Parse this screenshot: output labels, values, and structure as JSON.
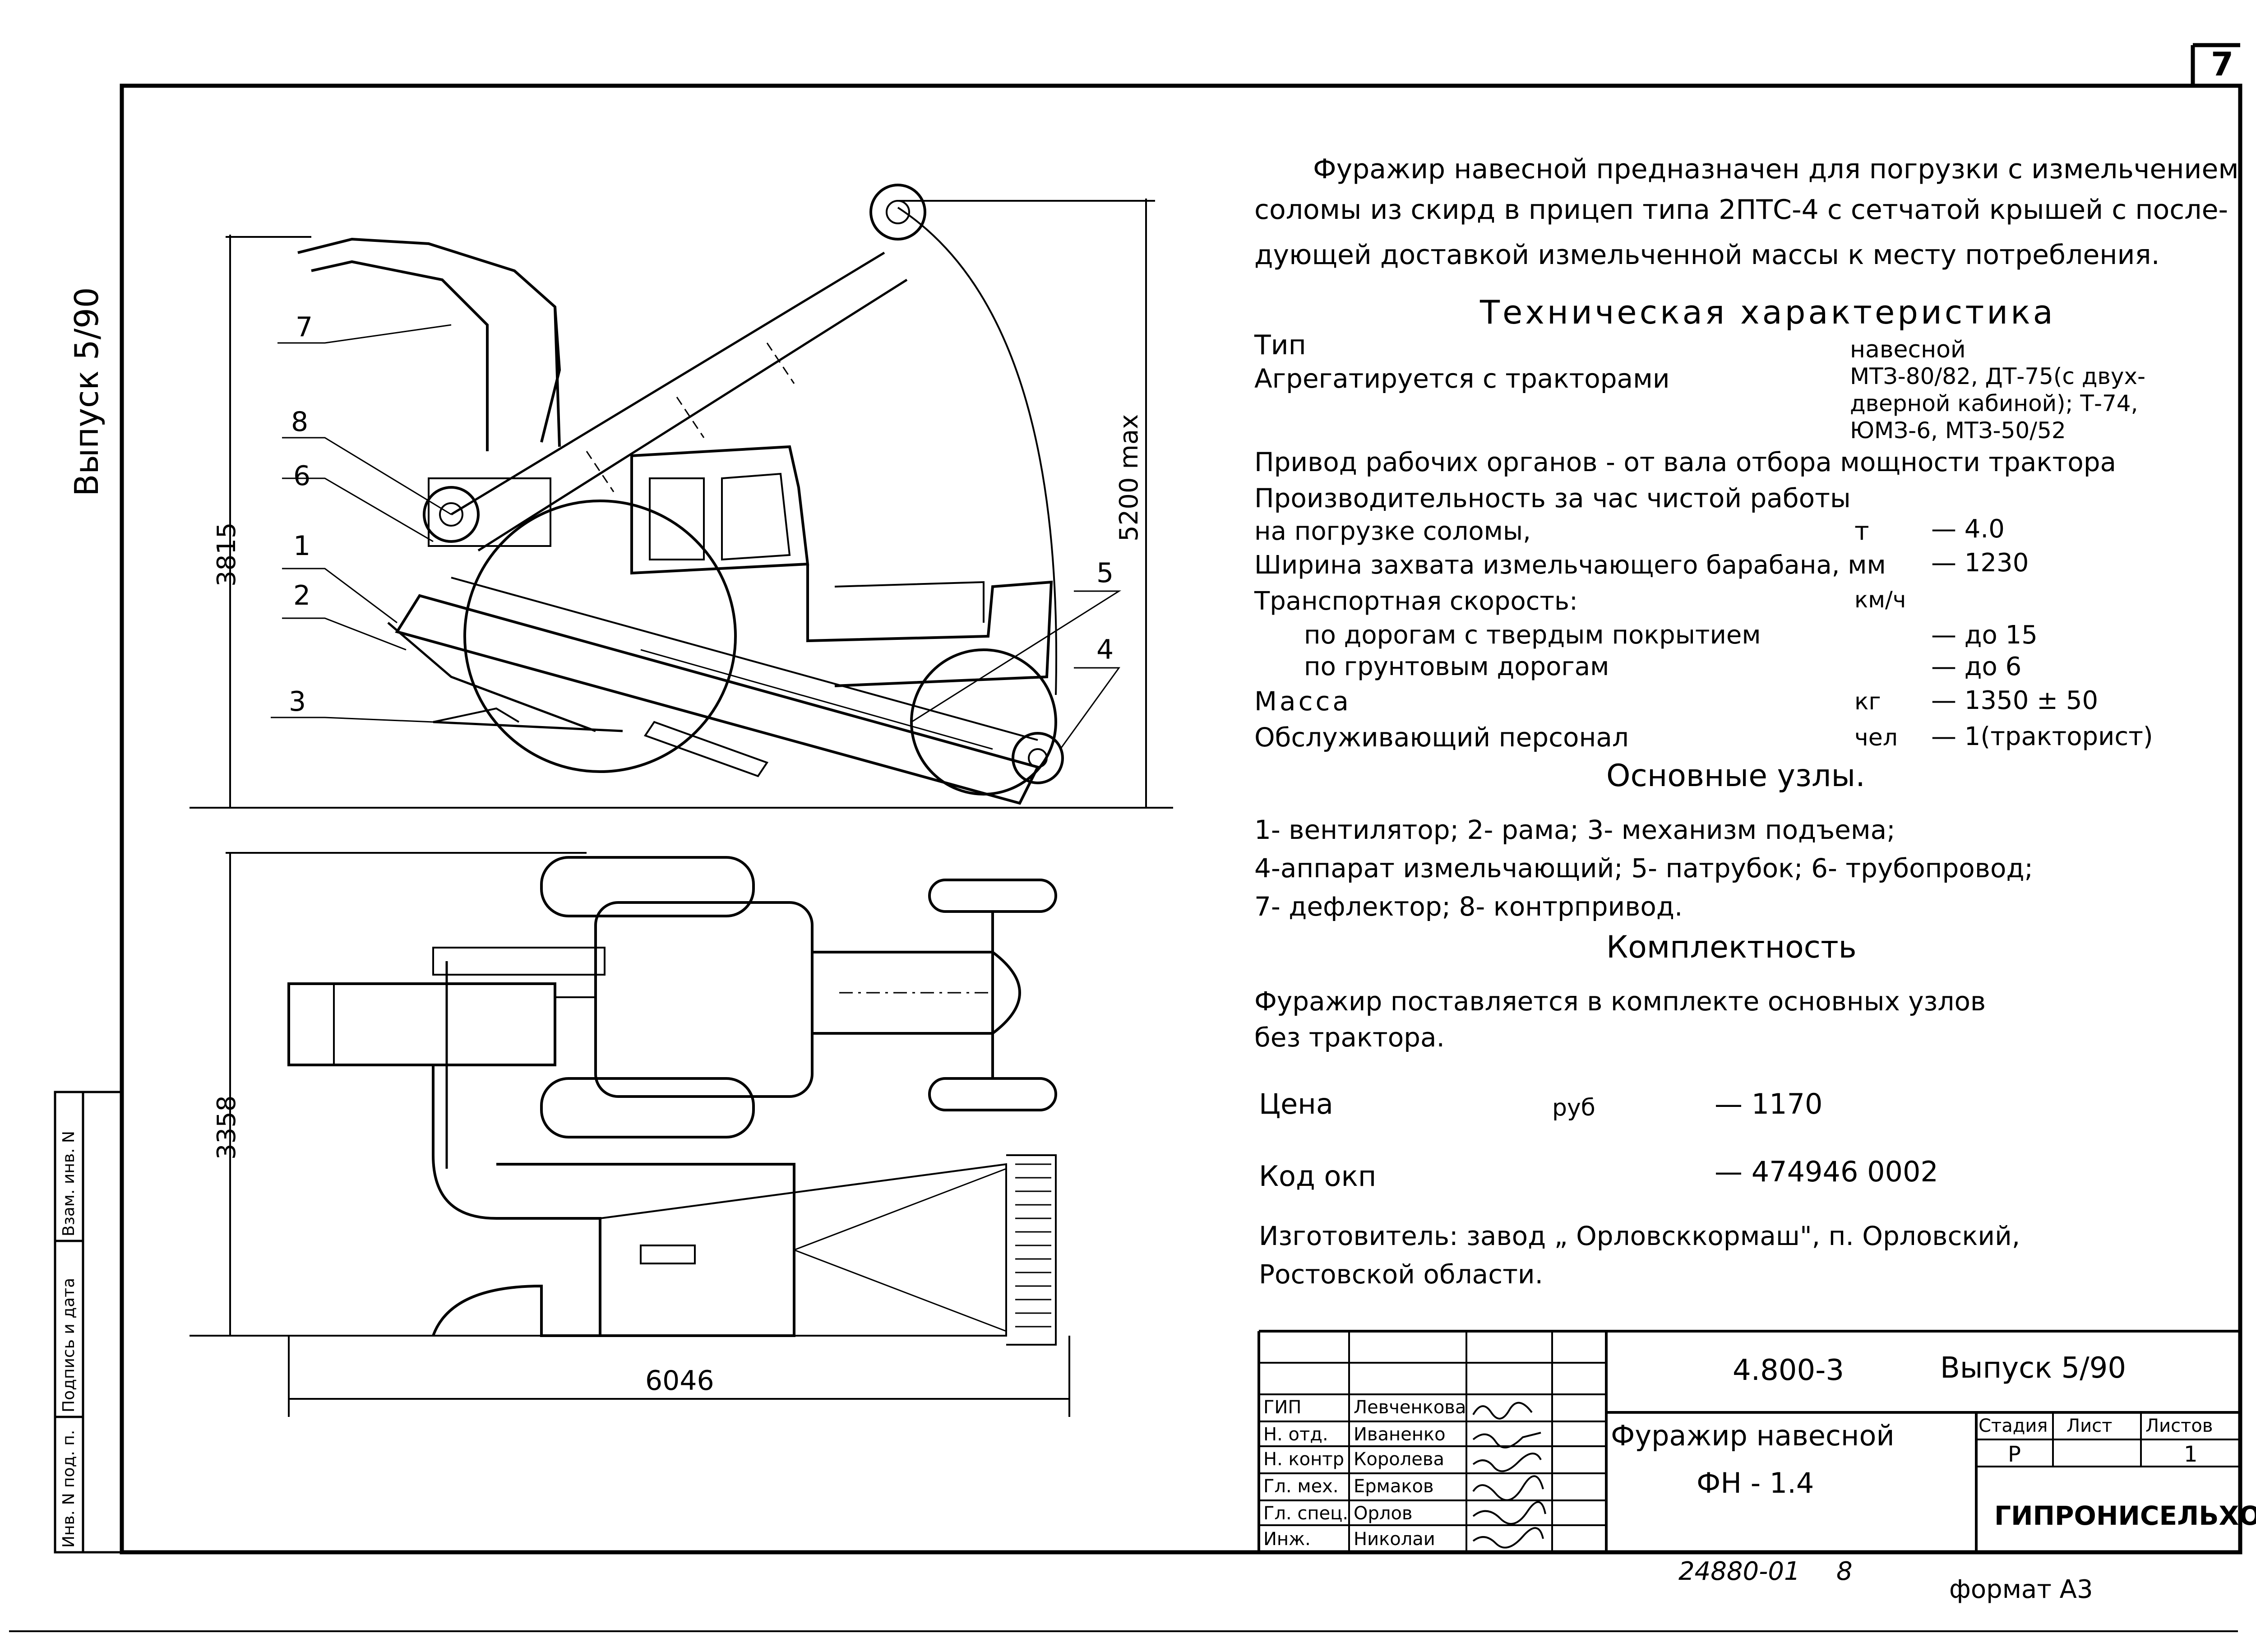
{
  "sheet": {
    "number": "7",
    "edge_label": "Выпуск 5/90",
    "format": "формат А3",
    "archive_number": "24880-01",
    "archive_page": "8"
  },
  "side_stamps": [
    "Инв. N под. п.",
    "Подпись и дата",
    "Взам. инв. N"
  ],
  "drawing": {
    "dim_height_side": "3815",
    "dim_height_max": "5200 max",
    "dim_width_plan": "3358",
    "dim_length_plan": "6046",
    "callouts": [
      "1",
      "2",
      "3",
      "4",
      "5",
      "6",
      "7",
      "8"
    ]
  },
  "description": [
    "Фуражир  навесной  предназначен для погрузки с измельчением",
    "соломы из скирд в прицеп типа 2ПТС-4 с сетчатой крышей с после-",
    "дующей доставкой измельченной массы к месту потребления."
  ],
  "tech": {
    "title": "Техническая характеристика",
    "rows": [
      {
        "label": "Тип",
        "unit": "",
        "value": "навесной"
      },
      {
        "label": "Агрегатируется с тракторами",
        "unit": "",
        "value": "МТЗ-80/82, ДТ-75(с двух-"
      },
      {
        "label": "",
        "unit": "",
        "value": "дверной кабиной); Т-74,"
      },
      {
        "label": "",
        "unit": "",
        "value": "ЮМЗ-6, МТЗ-50/52"
      }
    ],
    "drive": "Привод рабочих органов - от вала отбора мощности трактора",
    "productivity": "Производительность за час чистой  работы",
    "params": [
      {
        "label": "на погрузке соломы,",
        "unit": "т",
        "value": "— 4.0"
      },
      {
        "label": "Ширина захвата измельчающего барабана, мм",
        "unit": "",
        "value": "— 1230"
      },
      {
        "label": "Транспортная скорость:",
        "unit": "км/ч",
        "value": ""
      },
      {
        "label": "по дорогам с твердым покрытием",
        "unit": "",
        "value": "— до 15"
      },
      {
        "label": "по грунтовым дорогам",
        "unit": "",
        "value": "— до 6"
      },
      {
        "label": "Масса",
        "unit": "кг",
        "value": "— 1350 ± 50"
      },
      {
        "label": "Обслуживающий персонал",
        "unit": "чел",
        "value": "— 1(тракторист)"
      }
    ]
  },
  "units": {
    "title": "Основные узлы.",
    "lines": [
      "1- вентилятор; 2- рама; 3- механизм подъема;",
      "4-аппарат измельчающий; 5- патрубок; 6- трубопровод;",
      "7- дефлектор; 8- контрпривод."
    ]
  },
  "completeness": {
    "title": "Комплектность",
    "lines": [
      "Фуражир поставляется в комплекте основных узлов",
      "без трактора."
    ]
  },
  "price": {
    "label": "Цена",
    "unit": "руб",
    "value": "— 1170"
  },
  "okp": {
    "label": "Код окп",
    "value": "— 474946 0002"
  },
  "maker": [
    "Изготовитель: завод „ Орловсккормаш\", п. Орловский,",
    "Ростовской области."
  ],
  "title_block": {
    "designation": "4.800-3",
    "issue": "Выпуск 5/90",
    "name_line1": "Фуражир навесной",
    "name_line2": "ФН - 1.4",
    "stage_header": "Стадия",
    "sheet_header": "Лист",
    "sheets_header": "Листов",
    "stage": "Р",
    "sheet": "",
    "sheets": "1",
    "org": "ГИПРОНИСЕЛЬХОЗ",
    "staff": [
      {
        "role": "ГИП",
        "name": "Левченкова"
      },
      {
        "role": "Н. отд.",
        "name": "Иваненко"
      },
      {
        "role": "Н. контр",
        "name": "Королева"
      },
      {
        "role": "Гл. мех.",
        "name": "Ермаков"
      },
      {
        "role": "Гл. спец.",
        "name": "Орлов"
      },
      {
        "role": "Инж.",
        "name": "Николаи"
      }
    ]
  }
}
